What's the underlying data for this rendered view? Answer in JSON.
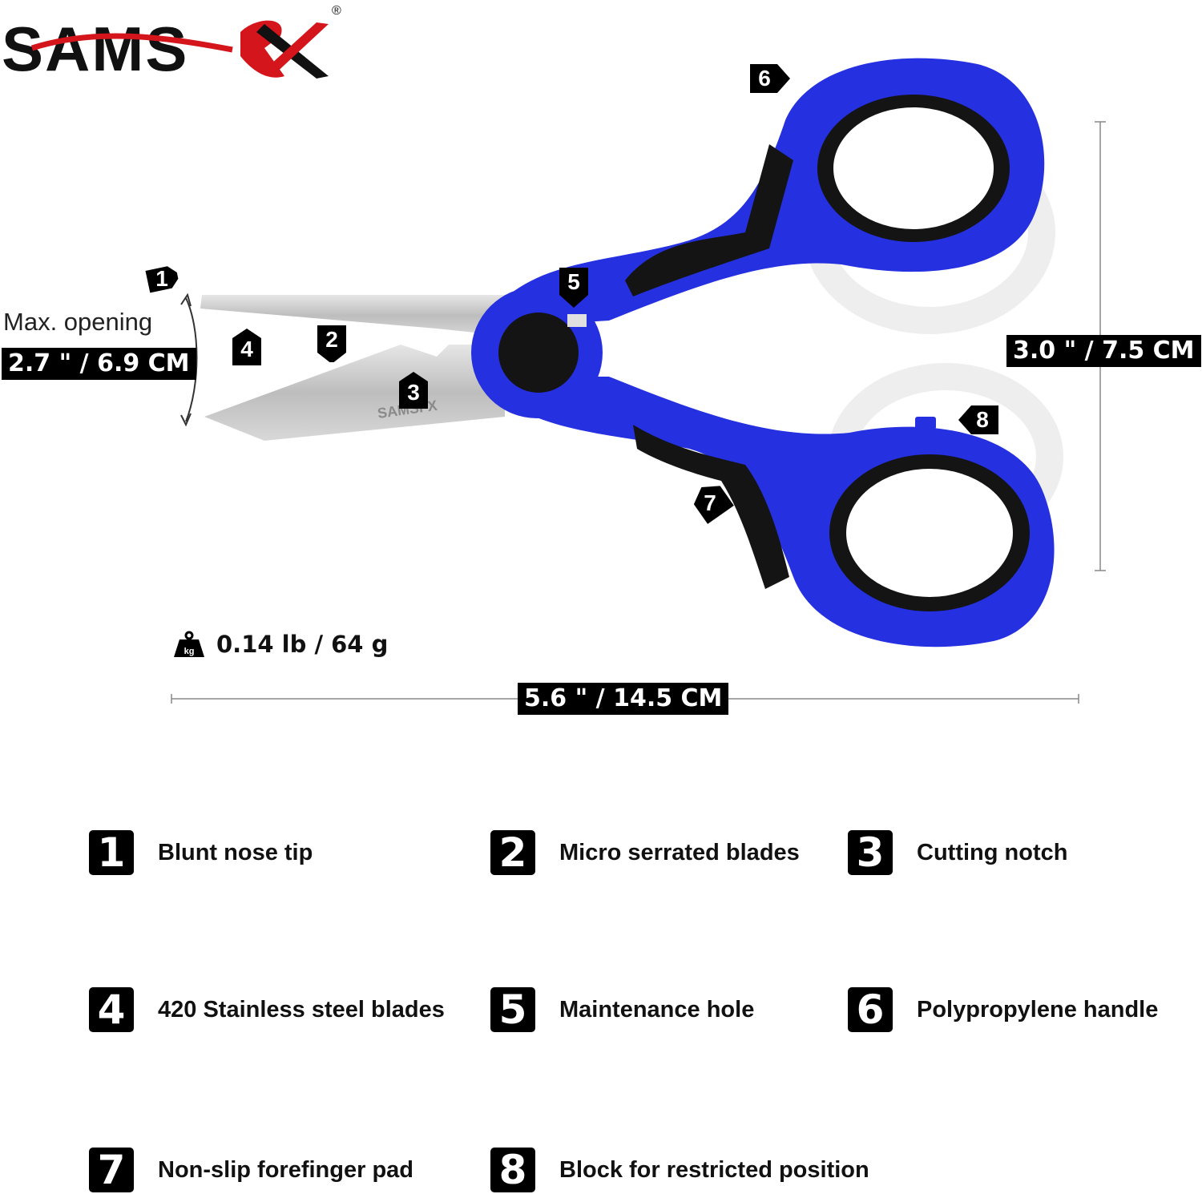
{
  "brand": {
    "logo_text": "SAMSFX",
    "registered_mark": "®"
  },
  "colors": {
    "handle_blue": "#2530e0",
    "grip_black": "#141414",
    "blade_steel": "#c9c9c9",
    "label_bg": "#000000",
    "label_text": "#ffffff"
  },
  "callouts": [
    {
      "number": "1"
    },
    {
      "number": "2"
    },
    {
      "number": "3"
    },
    {
      "number": "4"
    },
    {
      "number": "5"
    },
    {
      "number": "6"
    },
    {
      "number": "7"
    },
    {
      "number": "8"
    }
  ],
  "dimensions": {
    "opening_caption": "Max. opening",
    "opening_value": "2.7 \" / 6.9 CM",
    "height_value": "3.0 \" / 7.5 CM",
    "length_value": "5.6 \" / 14.5 CM",
    "weight_icon_label": "kg",
    "weight_value": "0.14 lb / 64 g"
  },
  "features": [
    {
      "number": "1",
      "label": "Blunt nose tip"
    },
    {
      "number": "2",
      "label": "Micro serrated blades"
    },
    {
      "number": "3",
      "label": "Cutting notch"
    },
    {
      "number": "4",
      "label": "420 Stainless steel blades"
    },
    {
      "number": "5",
      "label": "Maintenance hole"
    },
    {
      "number": "6",
      "label": "Polypropylene handle"
    },
    {
      "number": "7",
      "label": "Non-slip forefinger pad"
    },
    {
      "number": "8",
      "label": "Block for restricted position"
    }
  ]
}
